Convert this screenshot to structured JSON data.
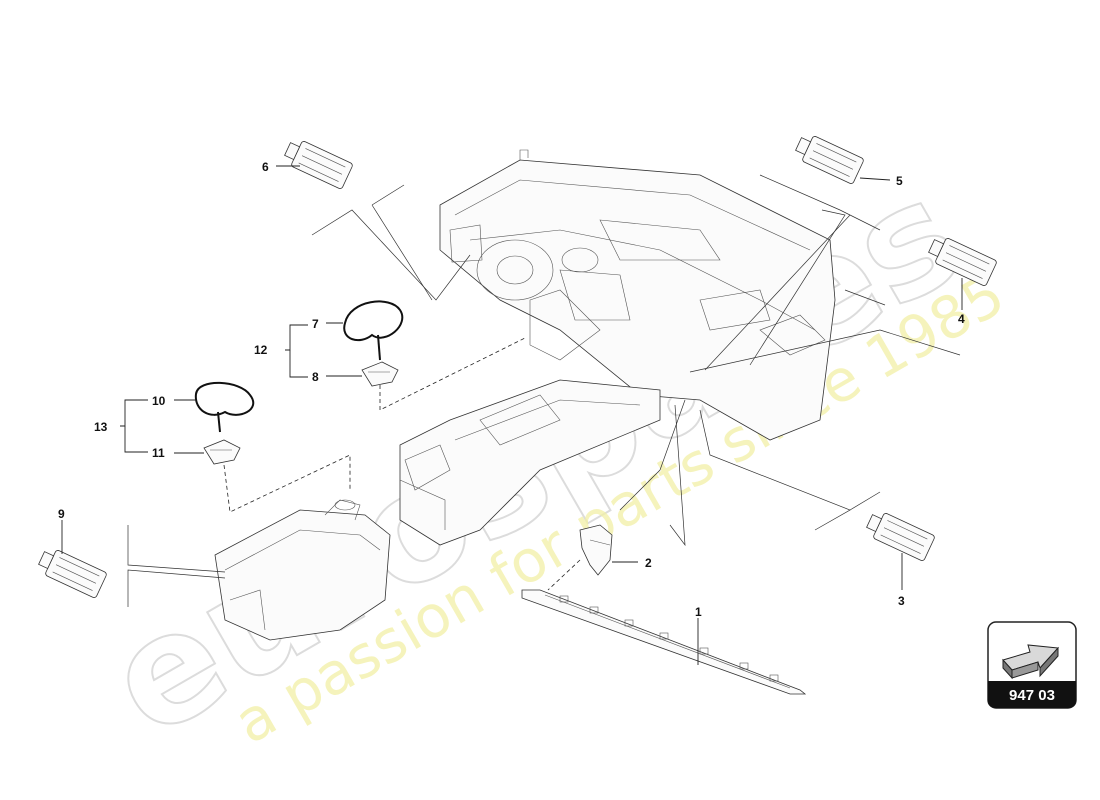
{
  "diagram": {
    "callouts": {
      "c1": "1",
      "c2": "2",
      "c3": "3",
      "c4": "4",
      "c5": "5",
      "c6": "6",
      "c7": "7",
      "c8": "8",
      "c9": "9",
      "c10": "10",
      "c11": "11",
      "c12": "12",
      "c13": "13"
    },
    "badge": {
      "code": "947 03",
      "icon": "arrow-icon"
    },
    "watermark": {
      "brand": "eurospares",
      "tagline": "a passion for parts since 1985"
    }
  }
}
